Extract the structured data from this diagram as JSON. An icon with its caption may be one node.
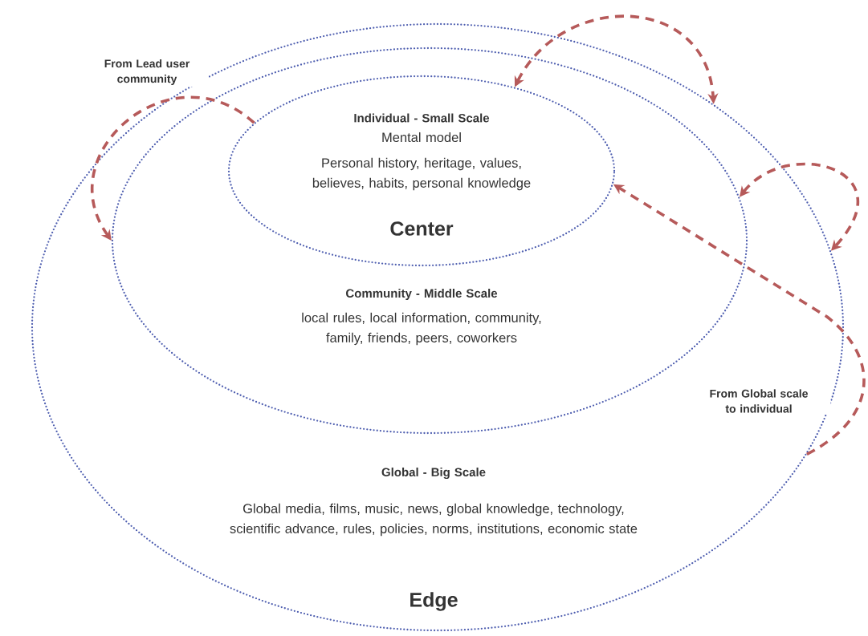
{
  "diagram": {
    "nodes": [
      {
        "text": [
          "Global - Big Scale",
          "Global media, films, music, news, global knowledge, technology, scientific advance, rules, policies, norms, institutions, economic state",
          "Edge"
        ]
      },
      {
        "text": [
          "Community - Middle Scale",
          "local rules, local information, community, family, friends, peers, coworkers"
        ],
        "in": 0
      },
      {
        "text": [
          "Individual - Small Scale",
          "Mental model",
          "Personal history, heritage, values, believes, habits, personal knowledge",
          "Center"
        ],
        "in": 1
      }
    ],
    "edges": [
      {
        "from": 2,
        "to": 1,
        "arrow": "to",
        "style": "dashed"
      },
      {
        "from": 2,
        "to": 0,
        "arrow": "both",
        "style": "dashed"
      },
      {
        "from": 1,
        "to": 0,
        "arrow": "both",
        "style": "dashed"
      },
      {
        "from": 0,
        "to": 2,
        "arrow": "to",
        "style": "dashed"
      }
    ],
    "labels": [
      "From Lead user community",
      "From Global scale to individual"
    ]
  }
}
